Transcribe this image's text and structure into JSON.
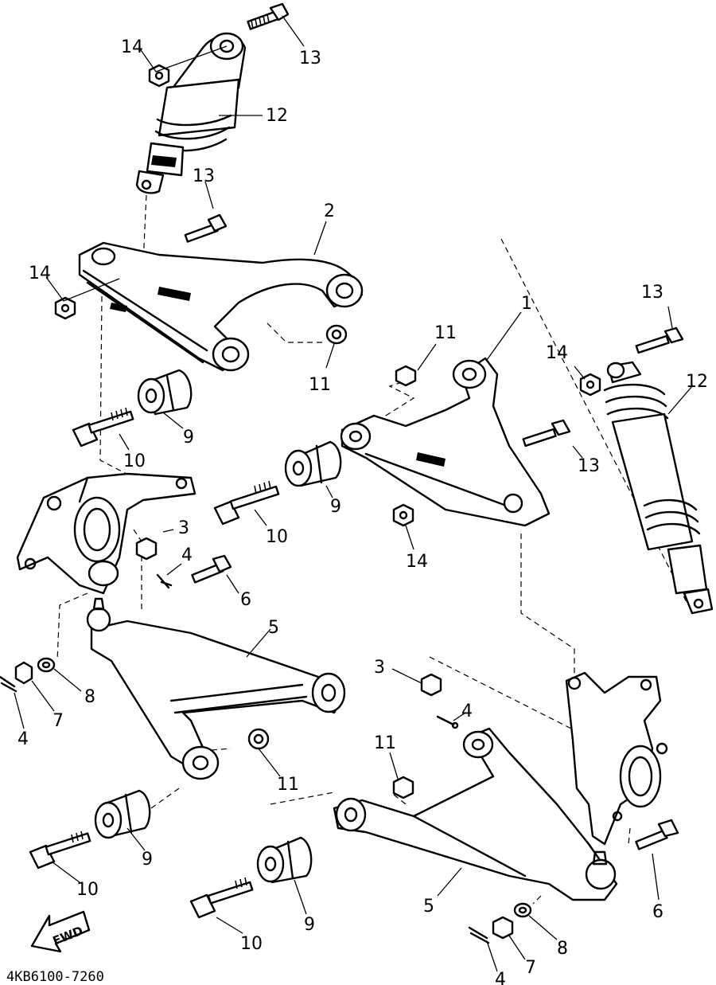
{
  "diagram": {
    "drawing_code": "4KB6100-7260",
    "direction_arrow": {
      "label": "FWD",
      "icon": "fwd-arrow-icon"
    },
    "callouts": [
      {
        "id": "c14a",
        "label": "14"
      },
      {
        "id": "c13a",
        "label": "13"
      },
      {
        "id": "c12a",
        "label": "12"
      },
      {
        "id": "c13b",
        "label": "13"
      },
      {
        "id": "c2",
        "label": "2"
      },
      {
        "id": "c14b",
        "label": "14"
      },
      {
        "id": "c11a",
        "label": "11"
      },
      {
        "id": "c9a",
        "label": "9"
      },
      {
        "id": "c10a",
        "label": "10"
      },
      {
        "id": "c1",
        "label": "1"
      },
      {
        "id": "c11b",
        "label": "11"
      },
      {
        "id": "c13c",
        "label": "13"
      },
      {
        "id": "c14c",
        "label": "14"
      },
      {
        "id": "c12b",
        "label": "12"
      },
      {
        "id": "c13d",
        "label": "13"
      },
      {
        "id": "c9b",
        "label": "9"
      },
      {
        "id": "c10b",
        "label": "10"
      },
      {
        "id": "c14d",
        "label": "14"
      },
      {
        "id": "c3a",
        "label": "3"
      },
      {
        "id": "c4a",
        "label": "4"
      },
      {
        "id": "c6a",
        "label": "6"
      },
      {
        "id": "c5a",
        "label": "5"
      },
      {
        "id": "c8a",
        "label": "8"
      },
      {
        "id": "c7a",
        "label": "7"
      },
      {
        "id": "c4b",
        "label": "4"
      },
      {
        "id": "c11c",
        "label": "11"
      },
      {
        "id": "c9c",
        "label": "9"
      },
      {
        "id": "c10c",
        "label": "10"
      },
      {
        "id": "c3b",
        "label": "3"
      },
      {
        "id": "c4c",
        "label": "4"
      },
      {
        "id": "c11d",
        "label": "11"
      },
      {
        "id": "c5b",
        "label": "5"
      },
      {
        "id": "c9d",
        "label": "9"
      },
      {
        "id": "c10d",
        "label": "10"
      },
      {
        "id": "c6b",
        "label": "6"
      },
      {
        "id": "c8b",
        "label": "8"
      },
      {
        "id": "c7b",
        "label": "7"
      },
      {
        "id": "c4d",
        "label": "4"
      }
    ]
  }
}
